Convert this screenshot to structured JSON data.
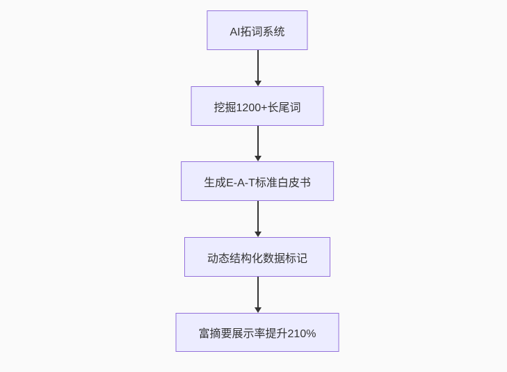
{
  "diagram": {
    "type": "flowchart",
    "direction": "top-down",
    "nodes": [
      {
        "label": "AI拓词系统"
      },
      {
        "label": "挖掘1200+长尾词"
      },
      {
        "label": "生成E-A-T标准白皮书"
      },
      {
        "label": "动态结构化数据标记"
      },
      {
        "label": "富摘要展示率提升210%"
      }
    ],
    "edges": [
      {
        "from": 0,
        "to": 1
      },
      {
        "from": 1,
        "to": 2
      },
      {
        "from": 2,
        "to": 3
      },
      {
        "from": 3,
        "to": 4
      }
    ],
    "colors": {
      "background": "#fafafa",
      "node_fill": "#ececff",
      "node_border": "#9370db",
      "node_text": "#333333",
      "edge": "#333333"
    }
  }
}
